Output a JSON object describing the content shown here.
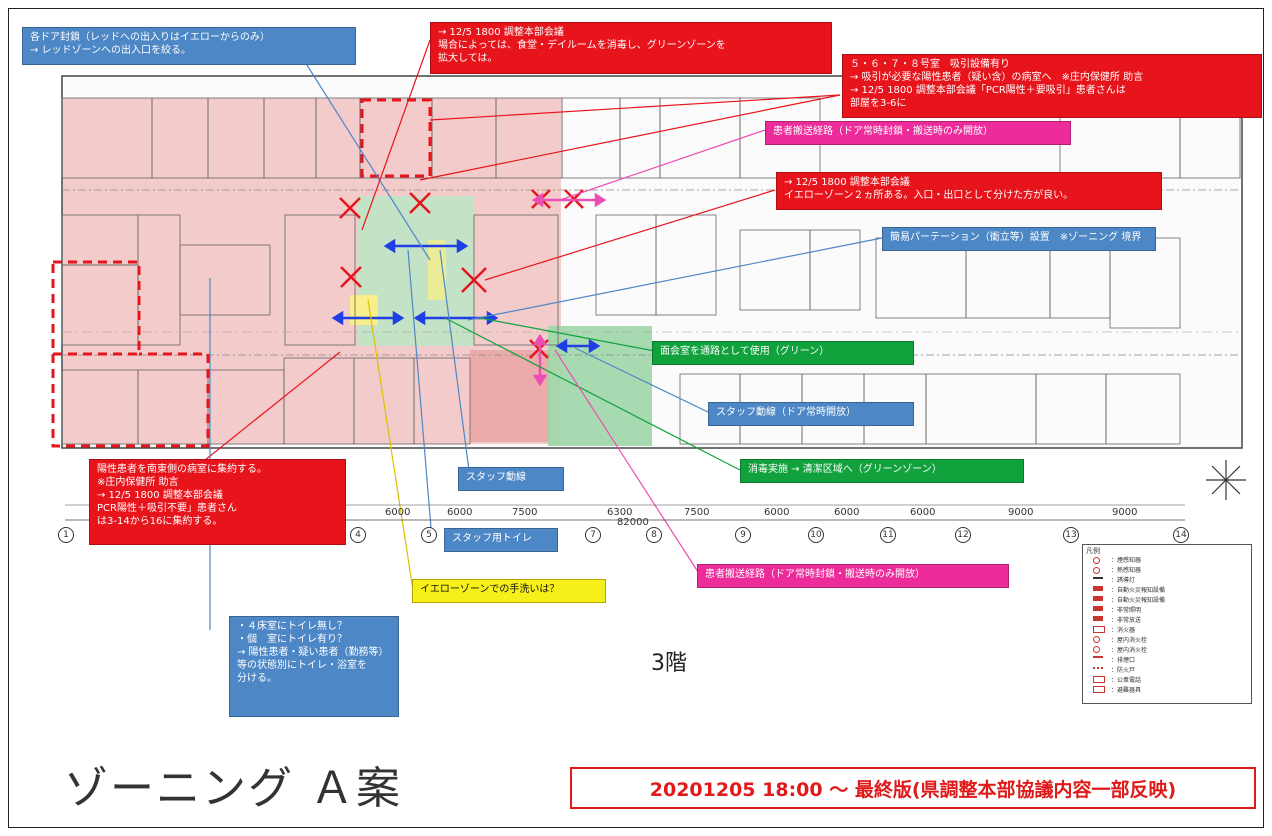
{
  "notes": {
    "door_closure": "各ドア封鎖（レッドへの出入りはイエローからのみ）\n→ レッドゾーンへの出入口を絞る。",
    "dining_green": "→ 12/5 1800 調整本部会議\n場合によっては、食堂・デイルームを消毒し、グリーンゾーンを\n拡大しては。",
    "suction_rooms": "５・６・７・８号室　吸引設備有り\n→ 吸引が必要な陽性患者（疑い含）の病室へ　※庄内保健所 助言\n→ 12/5 1800 調整本部会議「PCR陽性＋要吸引」患者さんは\n部屋を3-6に",
    "patient_route_top": "患者搬送経路（ドア常時封鎖・搬送時のみ開放）",
    "yellow_zone_two": "→ 12/5 1800 調整本部会議\nイエローゾーン２ヵ所ある。入口・出口として分けた方が良い。",
    "partition": "簡易パーテーション（衝立等）設置　※ゾーニング 境界",
    "meeting_room": "面会室を通路として使用（グリーン）",
    "staff_flow_door": "スタッフ動線（ドア常時開放）",
    "decon": "消毒実施 → 清潔区域へ（グリーンゾーン）",
    "staff_flow": "スタッフ動線",
    "positive_gather": "陽性患者を南東側の病室に集約する。\n※庄内保健所 助言\n→ 12/5 1800 調整本部会議\nPCR陽性＋吸引不要」患者さん\nは3-14から16に集約する。",
    "staff_toilet": "スタッフ用トイレ",
    "handwash": "イエローゾーンでの手洗いは？",
    "patient_route_bottom": "患者搬送経路（ドア常時封鎖・搬送時のみ開放）",
    "toilet_question": "・４床室にトイレ無し？\n・個　室にトイレ有り？\n→ 陽性患者・疑い患者（勤務等）\n等の状態別にトイレ・浴室を\n分ける。"
  },
  "floor_label": "3階",
  "title": "ゾーニング Ａ案",
  "version": "20201205 18:00 ～ 最終版(県調整本部協議内容一部反映)",
  "dimensions": [
    "6000",
    "6000",
    "7500",
    "6300",
    "7500",
    "6000",
    "6000",
    "6000",
    "9000",
    "9000"
  ],
  "total_dimension": "82000",
  "axes": [
    "1",
    "4",
    "5",
    "7",
    "8",
    "9",
    "10",
    "11",
    "12",
    "13",
    "14"
  ],
  "legend": {
    "title": "凡例",
    "items": [
      "：煙感知器",
      "：熱感知器",
      "：誘導灯",
      "：自動火災報知設備",
      "：自動火災報知設備",
      "：非常照明",
      "：非常放送",
      "：消火器",
      "：屋内消火栓",
      "：屋内消火栓",
      "：排煙口",
      "：防火戸",
      "：公衆電話",
      "：避難器具"
    ]
  },
  "colors": {
    "red_zone": "#f2c2c2",
    "yellow_zone": "#f8ef8a",
    "green_zone": "#bfe4c4",
    "arrow_blue": "#1f3ee6",
    "arrow_pink": "#ec4fb3",
    "cross_red": "#e8141c"
  }
}
